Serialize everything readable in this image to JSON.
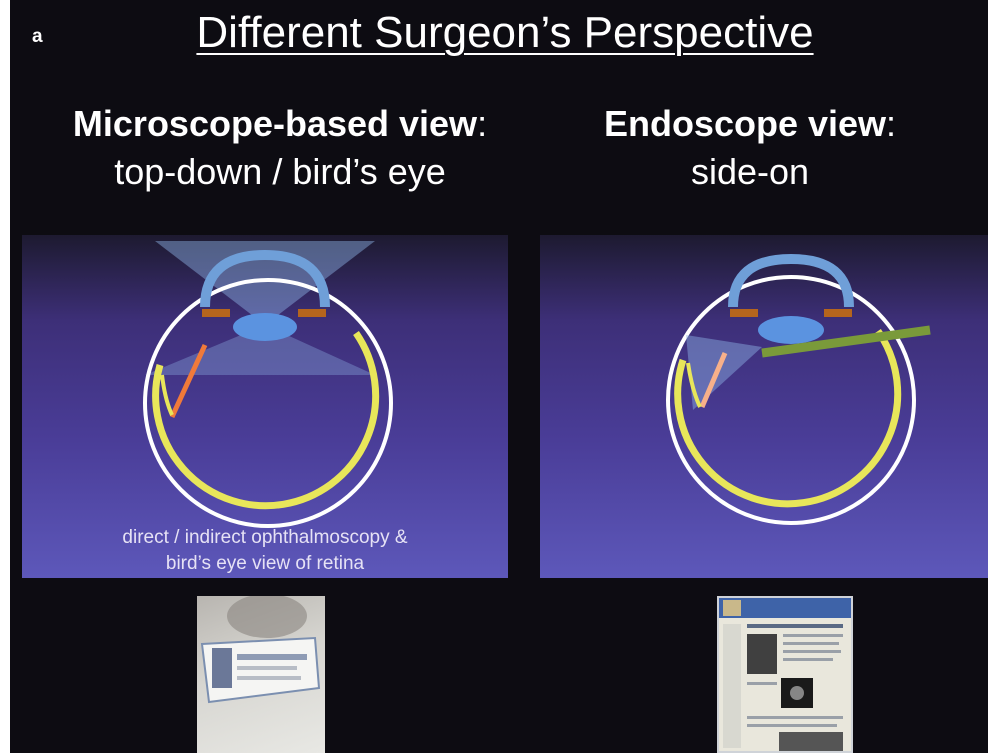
{
  "panel_label": "a",
  "title": "Different Surgeon’s Perspective",
  "left_column": {
    "heading_bold": "Microscope-based view",
    "heading_colon": ":",
    "subheading": "top-down / bird’s eye",
    "caption_line1": "direct / indirect ophthalmoscopy &",
    "caption_line2": "bird’s eye view of retina"
  },
  "right_column": {
    "heading_bold": "Endoscope view",
    "heading_colon": ":",
    "subheading": "side-on"
  },
  "colors": {
    "background": "#0d0c12",
    "cornea": "#6f9fd8",
    "lens": "#5b93e0",
    "iris": "#b5651d",
    "sclera": "#ffffff",
    "retina": "#e8e65a",
    "light_cone": "#8fb4e6",
    "instrument": "#f07a3a",
    "endoscope": "#7a9a3a"
  },
  "icons": [
    "eye-diagram-microscope",
    "eye-diagram-endoscope",
    "microscope-photo",
    "endoscope-photo"
  ]
}
